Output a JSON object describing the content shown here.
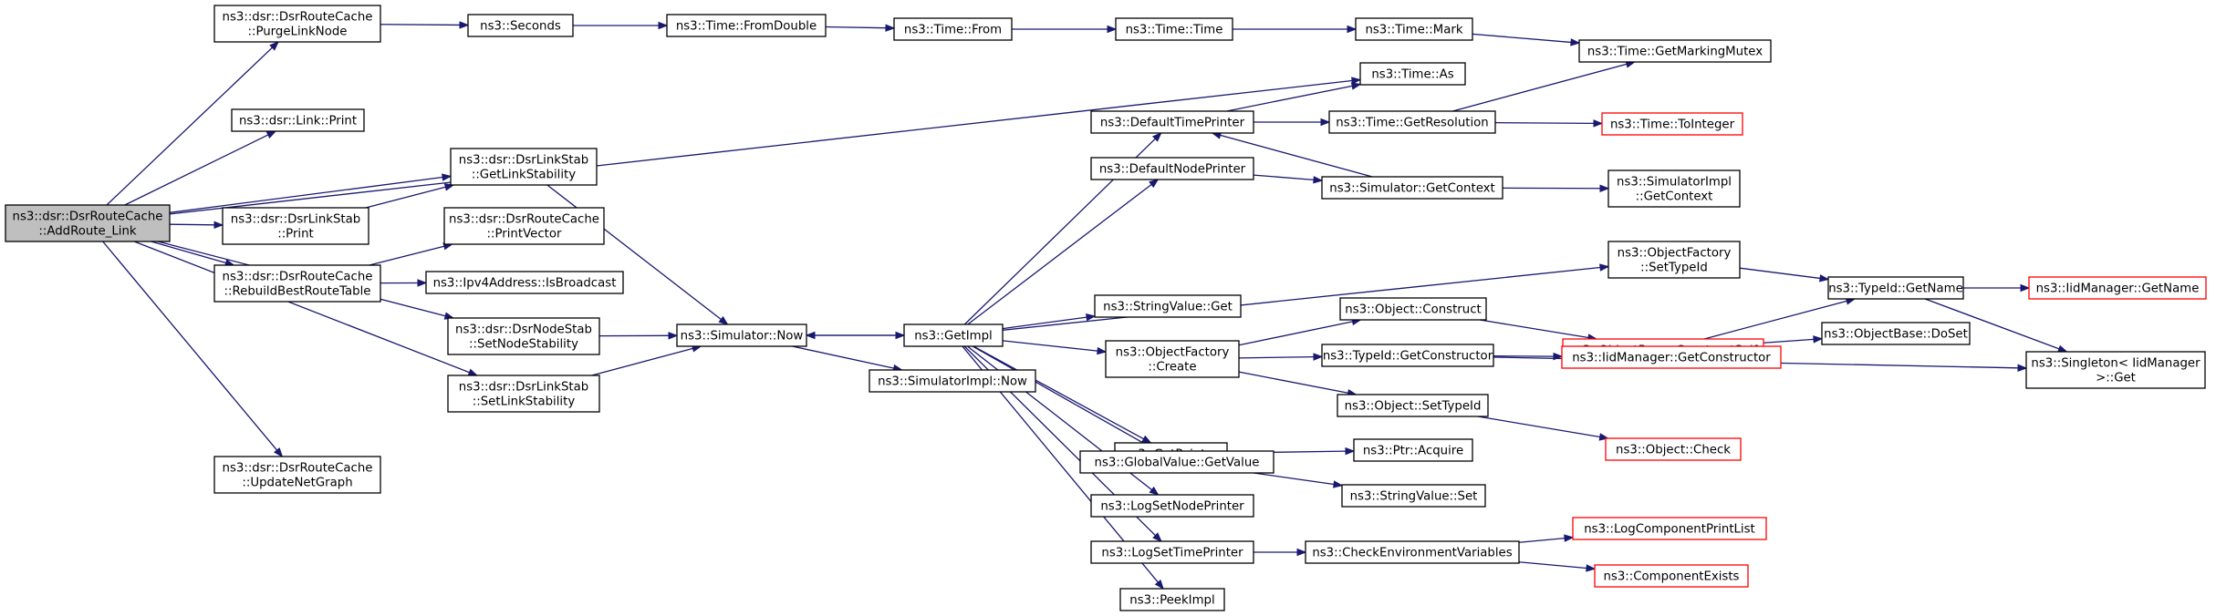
{
  "graph": {
    "root": "n_root",
    "colors": {
      "edge": "#191970",
      "node_border": "#000000",
      "incomplete_border": "#ff0000",
      "root_fill": "#bfbfbf"
    },
    "nodes": [
      {
        "id": "n_root",
        "lines": [
          "ns3::dsr::DsrRouteCache",
          "::AddRoute_Link"
        ],
        "style": "root"
      },
      {
        "id": "n_purge",
        "lines": [
          "ns3::dsr::DsrRouteCache",
          "::PurgeLinkNode"
        ]
      },
      {
        "id": "n_linkprint",
        "lines": [
          "ns3::dsr::Link::Print"
        ]
      },
      {
        "id": "n_getlinkstab",
        "lines": [
          "ns3::dsr::DsrLinkStab",
          "::GetLinkStability"
        ]
      },
      {
        "id": "n_dlsprint",
        "lines": [
          "ns3::dsr::DsrLinkStab",
          "::Print"
        ]
      },
      {
        "id": "n_printvector",
        "lines": [
          "ns3::dsr::DsrRouteCache",
          "::PrintVector"
        ]
      },
      {
        "id": "n_rebuild",
        "lines": [
          "ns3::dsr::DsrRouteCache",
          "::RebuildBestRouteTable"
        ]
      },
      {
        "id": "n_isbroadcast",
        "lines": [
          "ns3::Ipv4Address::IsBroadcast"
        ]
      },
      {
        "id": "n_setnodestab",
        "lines": [
          "ns3::dsr::DsrNodeStab",
          "::SetNodeStability"
        ]
      },
      {
        "id": "n_setlinkstab",
        "lines": [
          "ns3::dsr::DsrLinkStab",
          "::SetLinkStability"
        ]
      },
      {
        "id": "n_updatenet",
        "lines": [
          "ns3::dsr::DsrRouteCache",
          "::UpdateNetGraph"
        ]
      },
      {
        "id": "n_seconds",
        "lines": [
          "ns3::Seconds"
        ]
      },
      {
        "id": "n_fromdouble",
        "lines": [
          "ns3::Time::FromDouble"
        ]
      },
      {
        "id": "n_from",
        "lines": [
          "ns3::Time::From"
        ]
      },
      {
        "id": "n_timetime",
        "lines": [
          "ns3::Time::Time"
        ]
      },
      {
        "id": "n_mark",
        "lines": [
          "ns3::Time::Mark"
        ]
      },
      {
        "id": "n_mutex",
        "lines": [
          "ns3::Time::GetMarkingMutex"
        ]
      },
      {
        "id": "n_as",
        "lines": [
          "ns3::Time::As"
        ]
      },
      {
        "id": "n_simnow",
        "lines": [
          "ns3::Simulator::Now"
        ]
      },
      {
        "id": "n_getimpl",
        "lines": [
          "ns3::GetImpl"
        ]
      },
      {
        "id": "n_simimplnow",
        "lines": [
          "ns3::SimulatorImpl::Now"
        ]
      },
      {
        "id": "n_deftime",
        "lines": [
          "ns3::DefaultTimePrinter"
        ]
      },
      {
        "id": "n_getres",
        "lines": [
          "ns3::Time::GetResolution"
        ]
      },
      {
        "id": "n_tointeger",
        "lines": [
          "ns3::Time::ToInteger"
        ],
        "style": "red"
      },
      {
        "id": "n_defnode",
        "lines": [
          "ns3::DefaultNodePrinter"
        ]
      },
      {
        "id": "n_getcontext",
        "lines": [
          "ns3::Simulator::GetContext"
        ]
      },
      {
        "id": "n_implctx",
        "lines": [
          "ns3::SimulatorImpl",
          "::GetContext"
        ]
      },
      {
        "id": "n_ofsettypeid",
        "lines": [
          "ns3::ObjectFactory",
          "::SetTypeId"
        ]
      },
      {
        "id": "n_getname",
        "lines": [
          "ns3::TypeId::GetName"
        ]
      },
      {
        "id": "n_iidgetname",
        "lines": [
          "ns3::IidManager::GetName"
        ],
        "style": "red"
      },
      {
        "id": "n_strget",
        "lines": [
          "ns3::StringValue::Get"
        ]
      },
      {
        "id": "n_objconstruct",
        "lines": [
          "ns3::Object::Construct"
        ]
      },
      {
        "id": "n_constructself",
        "lines": [
          "ns3::ObjectBase::ConstructSelf"
        ],
        "style": "red"
      },
      {
        "id": "n_doset",
        "lines": [
          "ns3::ObjectBase::DoSet"
        ]
      },
      {
        "id": "n_ofcreate",
        "lines": [
          "ns3::ObjectFactory",
          "::Create"
        ]
      },
      {
        "id": "n_getctor",
        "lines": [
          "ns3::TypeId::GetConstructor"
        ]
      },
      {
        "id": "n_iidgetctor",
        "lines": [
          "ns3::IidManager::GetConstructor"
        ],
        "style": "red"
      },
      {
        "id": "n_singleton",
        "lines": [
          "ns3::Singleton< IidManager",
          ">::Get"
        ]
      },
      {
        "id": "n_objsettypeid",
        "lines": [
          "ns3::Object::SetTypeId"
        ]
      },
      {
        "id": "n_objcheck",
        "lines": [
          "ns3::Object::Check"
        ],
        "style": "red"
      },
      {
        "id": "n_getpointer",
        "lines": [
          "ns3::GetPointer"
        ]
      },
      {
        "id": "n_ptracquire",
        "lines": [
          "ns3::Ptr::Acquire"
        ]
      },
      {
        "id": "n_gvgetvalue",
        "lines": [
          "ns3::GlobalValue::GetValue"
        ]
      },
      {
        "id": "n_strset",
        "lines": [
          "ns3::StringValue::Set"
        ]
      },
      {
        "id": "n_lognode",
        "lines": [
          "ns3::LogSetNodePrinter"
        ]
      },
      {
        "id": "n_logtime",
        "lines": [
          "ns3::LogSetTimePrinter"
        ]
      },
      {
        "id": "n_checkenv",
        "lines": [
          "ns3::CheckEnvironmentVariables"
        ]
      },
      {
        "id": "n_logprintlist",
        "lines": [
          "ns3::LogComponentPrintList"
        ],
        "style": "red"
      },
      {
        "id": "n_compexists",
        "lines": [
          "ns3::ComponentExists"
        ],
        "style": "red"
      },
      {
        "id": "n_peekimpl",
        "lines": [
          "ns3::PeekImpl"
        ]
      }
    ],
    "edges": [
      [
        "n_root",
        "n_purge"
      ],
      [
        "n_root",
        "n_as"
      ],
      [
        "n_root",
        "n_linkprint"
      ],
      [
        "n_root",
        "n_getlinkstab"
      ],
      [
        "n_root",
        "n_dlsprint"
      ],
      [
        "n_root",
        "n_rebuild"
      ],
      [
        "n_root",
        "n_setnodestab"
      ],
      [
        "n_root",
        "n_setlinkstab"
      ],
      [
        "n_root",
        "n_updatenet"
      ],
      [
        "n_purge",
        "n_seconds"
      ],
      [
        "n_seconds",
        "n_fromdouble"
      ],
      [
        "n_fromdouble",
        "n_from"
      ],
      [
        "n_from",
        "n_timetime"
      ],
      [
        "n_timetime",
        "n_mark"
      ],
      [
        "n_mark",
        "n_mutex"
      ],
      [
        "n_getlinkstab",
        "n_simnow"
      ],
      [
        "n_dlsprint",
        "n_getlinkstab"
      ],
      [
        "n_rebuild",
        "n_printvector"
      ],
      [
        "n_rebuild",
        "n_isbroadcast"
      ],
      [
        "n_setnodestab",
        "n_simnow"
      ],
      [
        "n_setlinkstab",
        "n_simnow"
      ],
      [
        "n_simnow",
        "n_getimpl"
      ],
      [
        "n_simnow",
        "n_simimplnow"
      ],
      [
        "n_getimpl",
        "n_deftime"
      ],
      [
        "n_getimpl",
        "n_defnode"
      ],
      [
        "n_getimpl",
        "n_ofsettypeid"
      ],
      [
        "n_getimpl",
        "n_strget"
      ],
      [
        "n_getimpl",
        "n_ofcreate"
      ],
      [
        "n_getimpl",
        "n_getpointer"
      ],
      [
        "n_getimpl",
        "n_gvgetvalue"
      ],
      [
        "n_getimpl",
        "n_lognode"
      ],
      [
        "n_getimpl",
        "n_logtime"
      ],
      [
        "n_getimpl",
        "n_peekimpl"
      ],
      [
        "n_getimpl",
        "n_simnow"
      ],
      [
        "n_deftime",
        "n_as"
      ],
      [
        "n_deftime",
        "n_getres"
      ],
      [
        "n_getres",
        "n_mutex"
      ],
      [
        "n_getres",
        "n_tointeger"
      ],
      [
        "n_defnode",
        "n_getcontext"
      ],
      [
        "n_getcontext",
        "n_implctx"
      ],
      [
        "n_getcontext",
        "n_deftime"
      ],
      [
        "n_ofsettypeid",
        "n_getname"
      ],
      [
        "n_getname",
        "n_iidgetname"
      ],
      [
        "n_getname",
        "n_singleton"
      ],
      [
        "n_ofcreate",
        "n_objconstruct"
      ],
      [
        "n_ofcreate",
        "n_getctor"
      ],
      [
        "n_ofcreate",
        "n_objsettypeid"
      ],
      [
        "n_objconstruct",
        "n_constructself"
      ],
      [
        "n_constructself",
        "n_getname"
      ],
      [
        "n_constructself",
        "n_doset"
      ],
      [
        "n_getctor",
        "n_iidgetctor"
      ],
      [
        "n_getctor",
        "n_singleton"
      ],
      [
        "n_objsettypeid",
        "n_objcheck"
      ],
      [
        "n_getpointer",
        "n_ptracquire"
      ],
      [
        "n_gvgetvalue",
        "n_strset"
      ],
      [
        "n_logtime",
        "n_checkenv"
      ],
      [
        "n_checkenv",
        "n_logprintlist"
      ],
      [
        "n_checkenv",
        "n_compexists"
      ]
    ]
  }
}
